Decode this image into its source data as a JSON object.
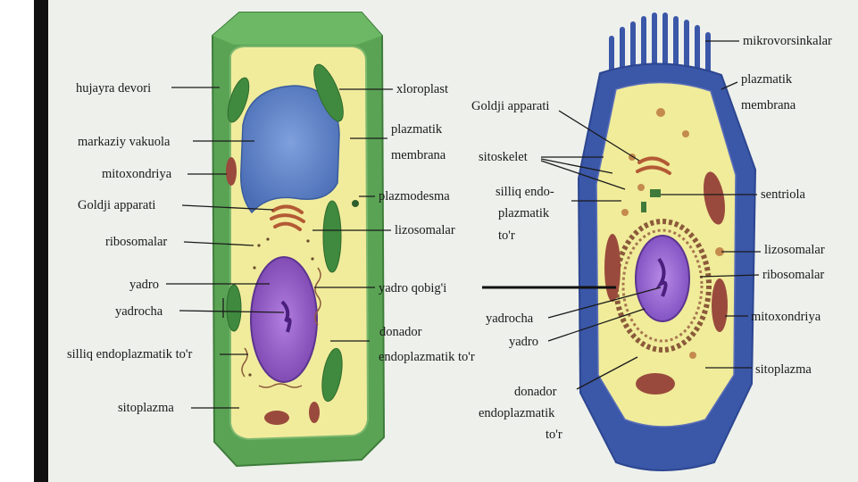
{
  "plant_cell": {
    "labels": {
      "hujayra_devori": "hujayra devori",
      "markaziy_vakuola": "markaziy vakuola",
      "mitoxondriya": "mitoxondriya",
      "goldji": "Goldji apparati",
      "ribosomalar": "ribosomalar",
      "yadro": "yadro",
      "yadrocha": "yadrocha",
      "silliq_er": "silliq endoplazmatik to'r",
      "sitoplazma": "sitoplazma",
      "xloroplast": "xloroplast",
      "plazmatik_membrana_1": "plazmatik",
      "plazmatik_membrana_2": "membrana",
      "plazmodesma": "plazmodesma",
      "lizosomalar": "lizosomalar",
      "yadro_qobigi": "yadro qobig'i",
      "donador_1": "donador",
      "donador_2": "endoplazmatik to'r"
    }
  },
  "animal_cell": {
    "labels": {
      "mikrovorsinkalar": "mikrovorsinkalar",
      "plazmatik_membrana_1": "plazmatik",
      "plazmatik_membrana_2": "membrana",
      "goldji": "Goldji apparati",
      "sitoskelet": "sitoskelet",
      "silliq_1": "silliq endo-",
      "silliq_2": "plazmatik",
      "silliq_3": "to'r",
      "sentriola": "sentriola",
      "lizosomalar": "lizosomalar",
      "ribosomalar": "ribosomalar",
      "mitoxondriya": "mitoxondriya",
      "sitoplazma": "sitoplazma",
      "yadrocha": "yadrocha",
      "yadro": "yadro",
      "donador_1": "donador",
      "donador_2": "endoplazmatik",
      "donador_3": "to'r"
    }
  },
  "colors": {
    "cell_wall": "#4f9a4a",
    "cytoplasm": "#f3eea4",
    "vacuole": "#5a7fc4",
    "nucleus": "#9b62c9",
    "mitochondria": "#9a4a3c",
    "chloroplast": "#3f8a3e",
    "animal_membrane": "#3b57a8"
  }
}
